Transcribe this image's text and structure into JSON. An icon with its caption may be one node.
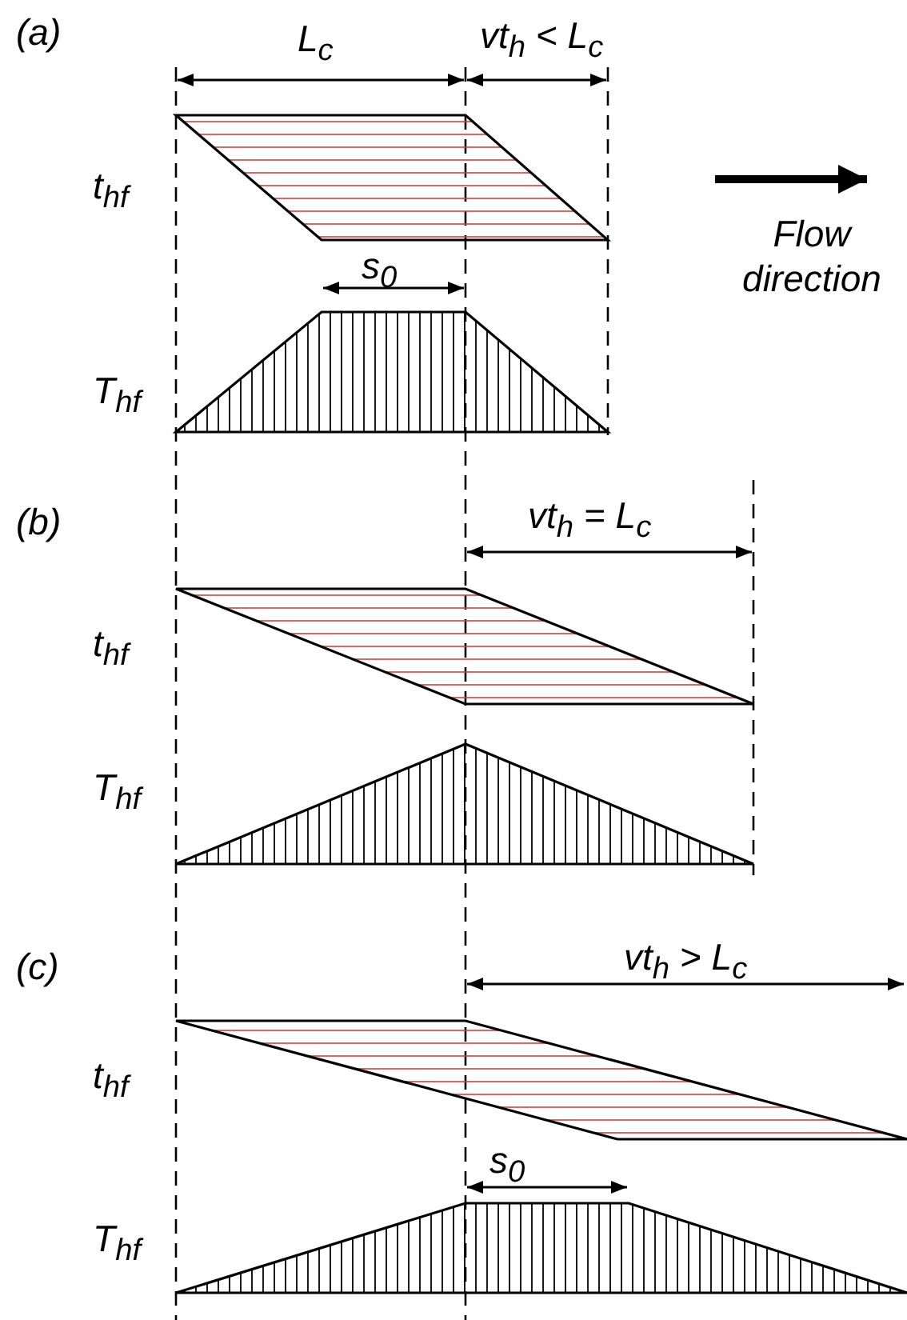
{
  "diagram": {
    "labels": [
      "(a)",
      "L$_{c}$",
      "vt$_{h}$ < L$_{c}$",
      "t$_{hf}$",
      "Flow direction",
      "s$_{0}$",
      "T$_{hf}$",
      "(b)",
      "vt$_{h}$ = L$_{c}$",
      "t$_{hf}$",
      "T$_{hf}$",
      "(c)",
      "vt$_{h}$ > L$_{c}$",
      "t$_{hf}$",
      "s$_{0}$",
      "T$_{hf}$"
    ]
  }
}
